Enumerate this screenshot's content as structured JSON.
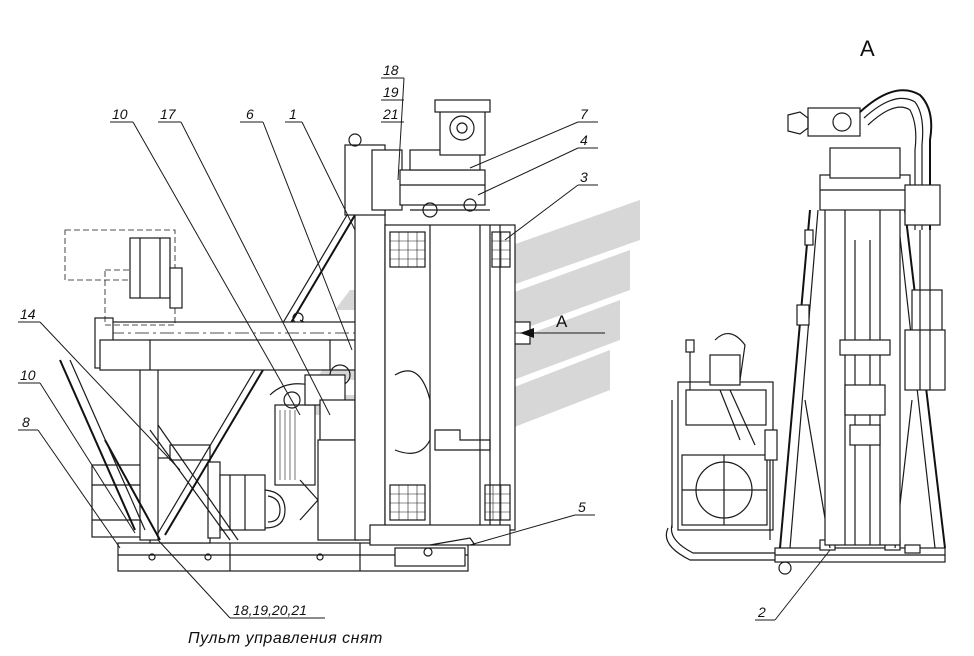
{
  "view_label": "А",
  "section_marker": "А",
  "caption": "Пульт управления снят",
  "callouts": {
    "c18": "18",
    "c19": "19",
    "c21": "21",
    "c7": "7",
    "c4": "4",
    "c3": "3",
    "c10a": "10",
    "c17": "17",
    "c6": "6",
    "c1": "1",
    "c14": "14",
    "c10b": "10",
    "c8": "8",
    "c5": "5",
    "c_group": "18,19,20,21",
    "c2": "2"
  }
}
